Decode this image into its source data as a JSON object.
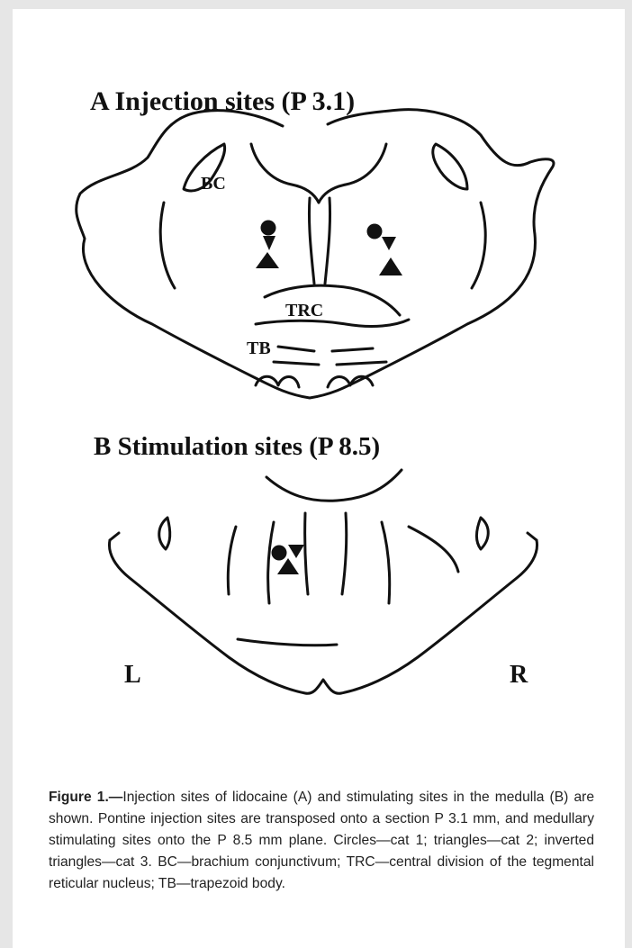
{
  "panels": {
    "a": {
      "title": "A  Injection sites (P 3.1)",
      "labels": {
        "bc": "BC",
        "trc": "TRC",
        "tb": "TB"
      }
    },
    "b": {
      "title": "B  Stimulation sites (P 8.5)",
      "labels": {
        "left": "L",
        "right": "R"
      }
    }
  },
  "markers": {
    "cat1": "circle",
    "cat2": "triangle",
    "cat3": "inverted-triangle"
  },
  "caption": {
    "lead": "Figure 1.—",
    "text": "Injection sites of lidocaine (A) and stimulating sites in the medulla (B) are shown.  Pontine injection sites are transposed onto a section P 3.1 mm, and medullary stimulating sites onto the P 8.5 mm plane.  Circles—cat 1; triangles—cat 2; inverted triangles—cat 3. BC—brachium conjunctivum; TRC—central division of the tegmental reticular nucleus; TB—trapezoid body."
  }
}
